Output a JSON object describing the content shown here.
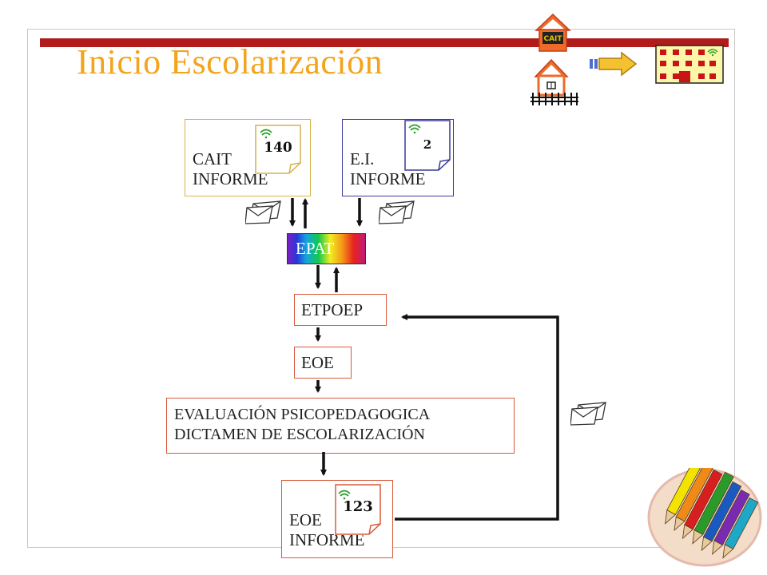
{
  "slide": {
    "title": "Inicio Escolarización"
  },
  "nodes": {
    "cait": {
      "line1": "CAIT",
      "line2": "INFORME",
      "doc_count": "140"
    },
    "ei": {
      "line1": "E.I.",
      "line2": "INFORME",
      "doc_count": "2"
    },
    "epat": {
      "label": "EPAT"
    },
    "etpoep": {
      "label": "ETPOEP"
    },
    "eoe": {
      "label": "EOE"
    },
    "evaluacion": {
      "line1": "EVALUACIÓN PSICOPEDAGOGICA",
      "line2": "DICTAMEN DE ESCOLARIZACIÓN"
    },
    "eoe_informe": {
      "line1": "EOE",
      "line2": "INFORME",
      "doc_count": "123"
    }
  },
  "icons": {
    "cait_building_label": "CAIT",
    "envelope": "envelope-icon",
    "wifi": "signal-icon",
    "arrow": "right-arrow-icon",
    "school": "school-building-icon",
    "house": "house-icon",
    "pencils": "colored-pencils-icon"
  },
  "colors": {
    "title": "#f3a41c",
    "title_bar": "#b01b1b",
    "box_border_red": "#d85a3a",
    "box_border_gold": "#d6b24a",
    "box_border_blue": "#3a3a9a"
  }
}
